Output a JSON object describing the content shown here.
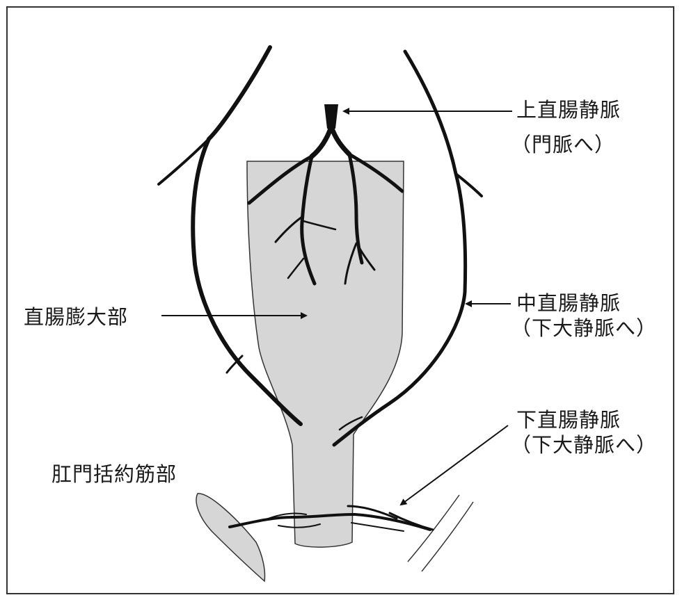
{
  "labels": {
    "superior_rectal_vein": {
      "name": "上直腸静脈",
      "drains_to": "（門脈へ）"
    },
    "middle_rectal_vein": {
      "name": "中直腸静脈",
      "drains_to": "（下大静脈へ）"
    },
    "inferior_rectal_vein": {
      "name": "下直腸静脈",
      "drains_to": "（下大静脈へ）"
    },
    "rectal_ampulla": "直腸膨大部",
    "anal_sphincter_region": "肛門括約筋部"
  },
  "colors": {
    "rectum_fill": "#d6d6d6",
    "vein": "#111111",
    "outline": "#333333",
    "text": "#1a1a1a"
  }
}
